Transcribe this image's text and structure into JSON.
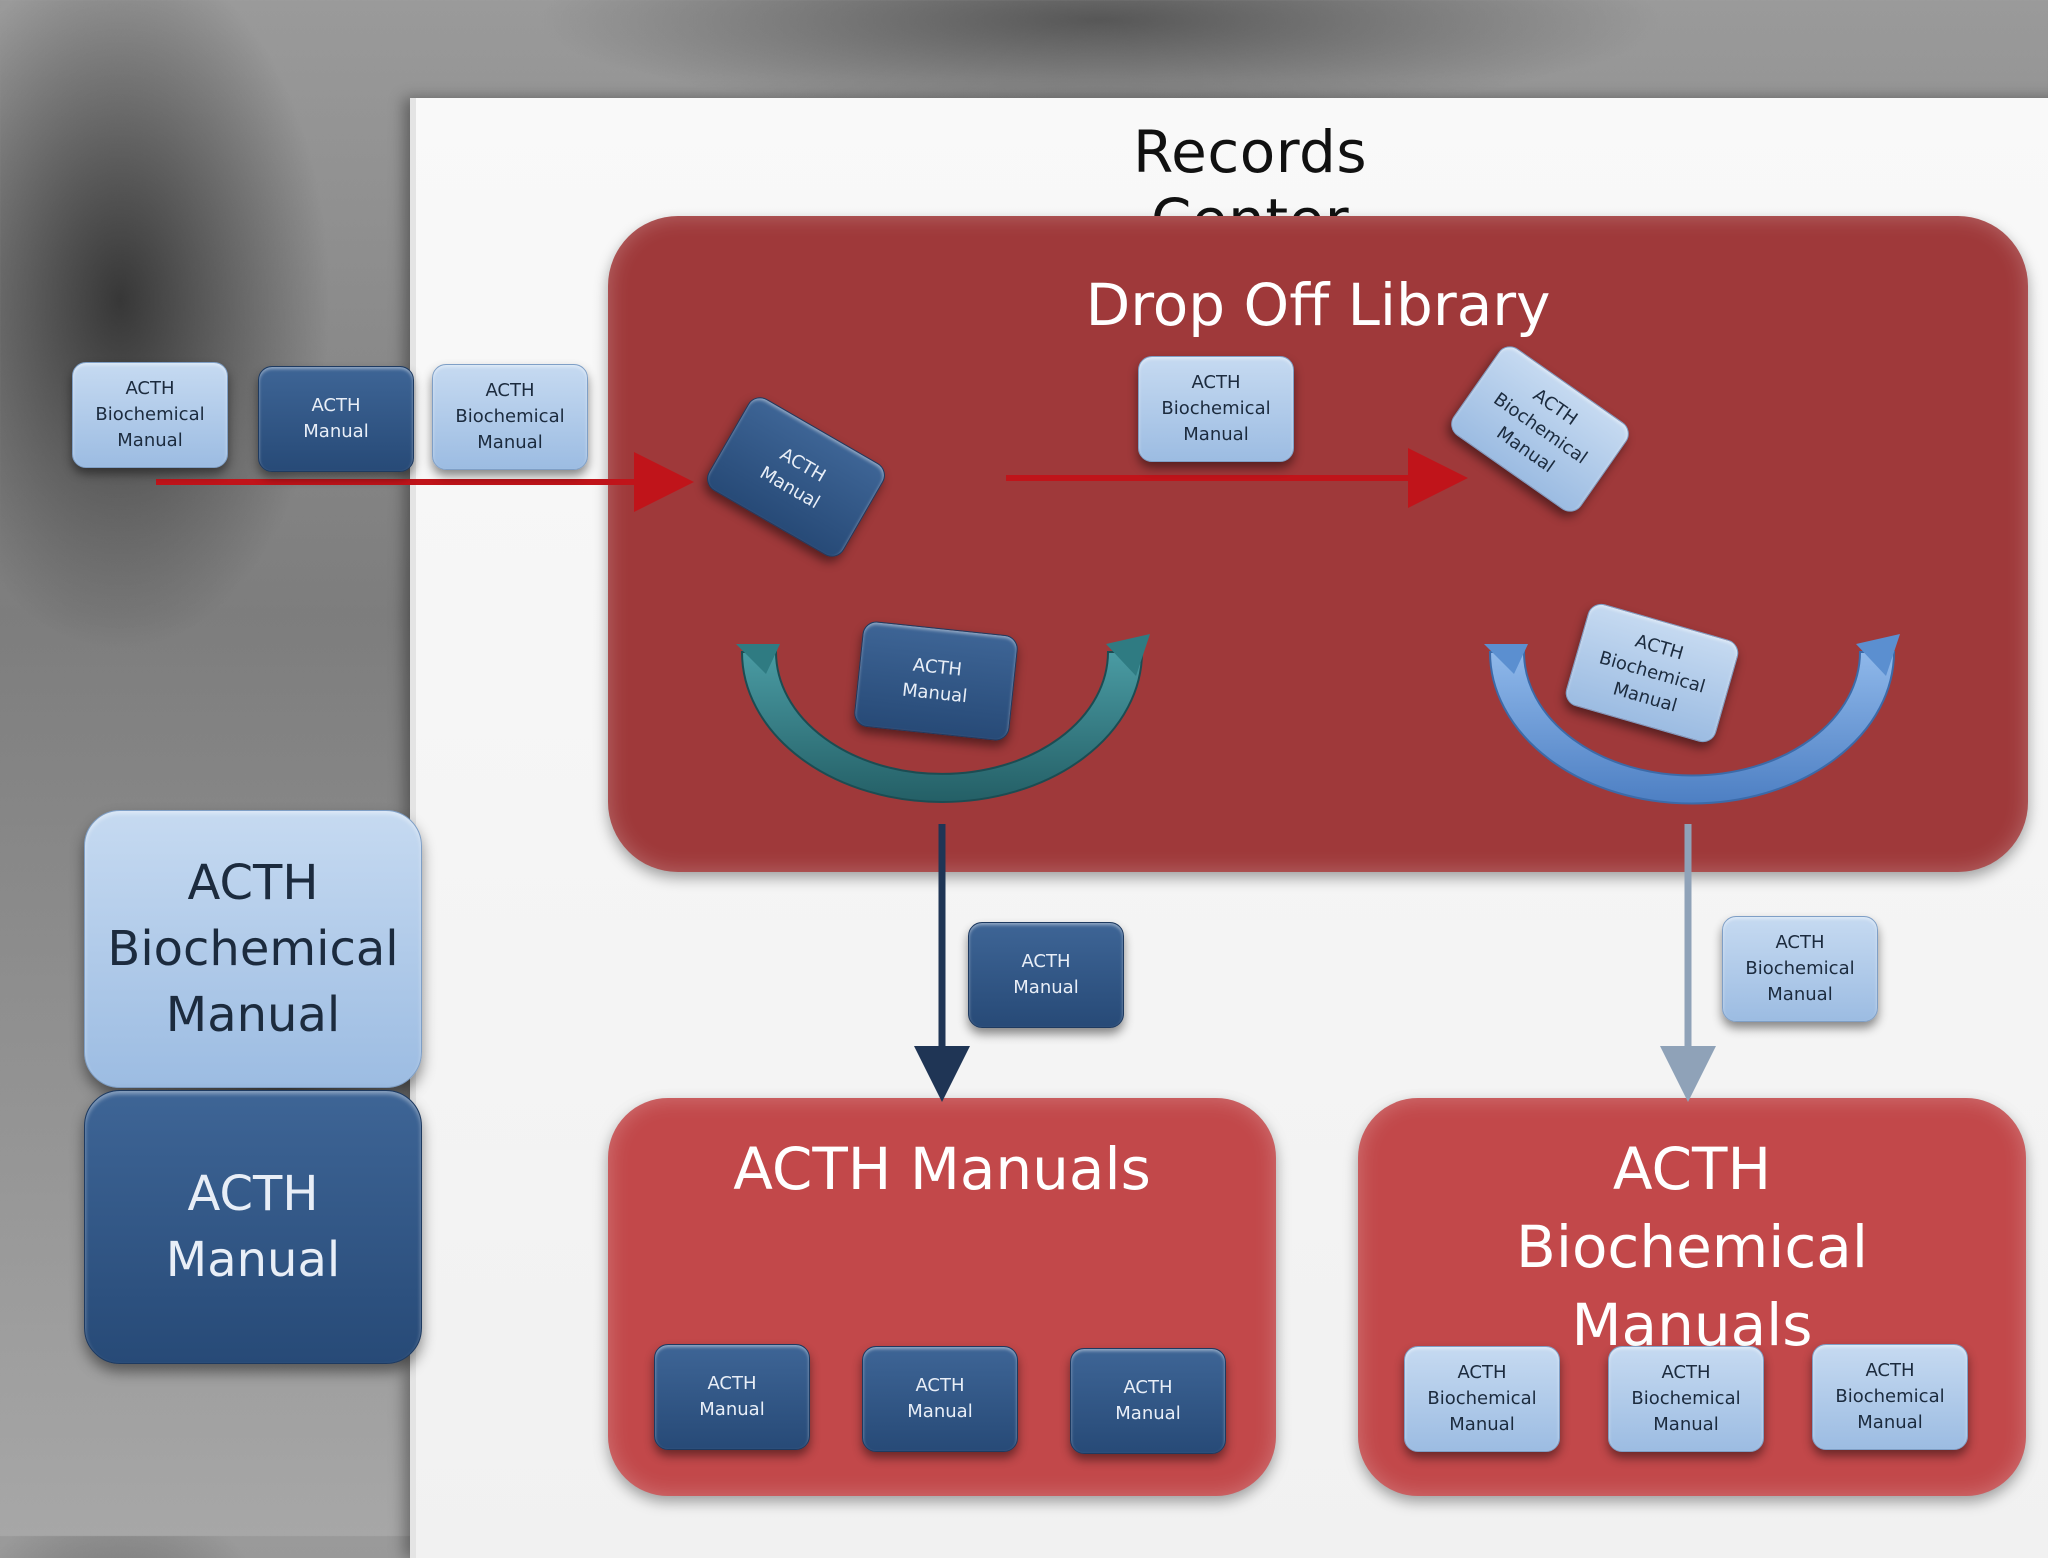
{
  "title": "Records Center",
  "zones": {
    "dropoff": "Drop Off Library",
    "manuals": "ACTH Manuals",
    "biochemical": "ACTH Biochemical Manuals"
  },
  "cards": {
    "biochemical": "ACTH\nBiochemical\nManual",
    "manual": "ACTH\nManual"
  },
  "legend": {
    "biochemical": "ACTH\nBiochemical\nManual",
    "manual": "ACTH\nManual"
  },
  "colors": {
    "dropoff_zone": "#9f393a",
    "destination_zone": "#c2484a",
    "card_light": "#aecbea",
    "card_dark": "#2f5584",
    "flow_arrow": "#c0141a",
    "teal_bucket": "#2f7b82",
    "blue_bucket": "#5b8fd0"
  }
}
